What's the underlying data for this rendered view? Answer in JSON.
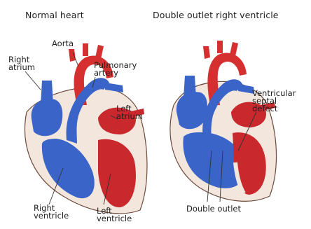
{
  "titles": {
    "left": "Normal heart",
    "right": "Double outlet right ventricle"
  },
  "left_labels": {
    "aorta": "Aorta",
    "right_atrium": [
      "Right",
      "atrium"
    ],
    "pulmonary_artery": [
      "Pulmonary",
      "artery"
    ],
    "left_atrium": [
      "Left",
      "atrium"
    ],
    "right_ventricle": [
      "Right",
      "ventricle"
    ],
    "left_ventricle": [
      "Left",
      "ventricle"
    ]
  },
  "right_labels": {
    "vsd": [
      "Ventricular",
      "septal",
      "defect"
    ],
    "double_outlet": "Double outlet"
  },
  "colors": {
    "oxygenated": "#d62f2f",
    "deoxygenated": "#3a64c8",
    "muscle": "#f3e6dc",
    "outline": "#6b4b3e"
  }
}
